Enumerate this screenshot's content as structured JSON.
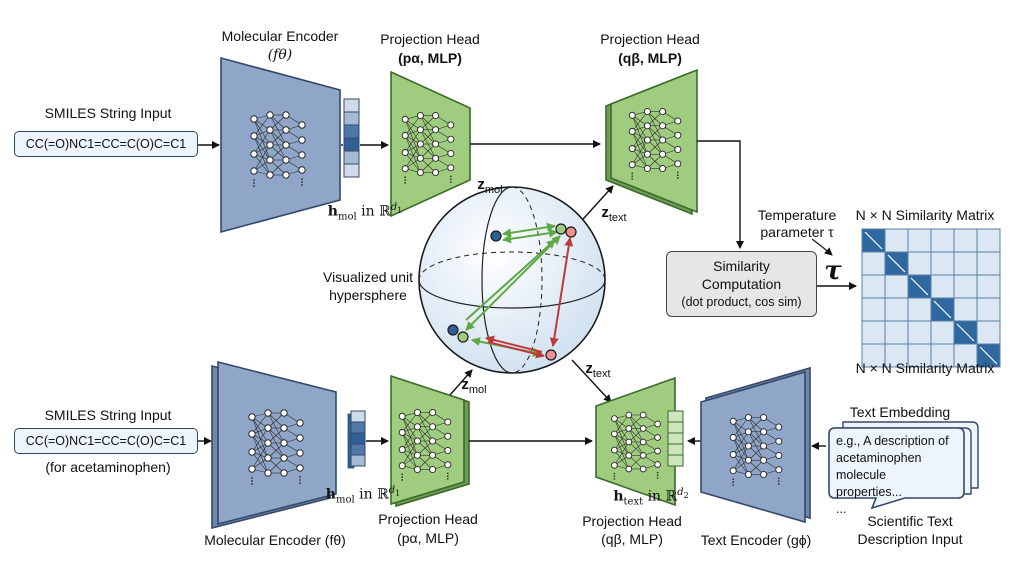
{
  "top": {
    "smiles_title": "SMILES String Input",
    "smiles_value": "CC(=O)NC1=CC=C(O)C=C1",
    "encoder_label": "Molecular Encoder",
    "encoder_symbol": "(fθ)",
    "proj1_label": "Projection Head",
    "proj1_symbol": "(pα, MLP)",
    "proj2_label": "Projection Head",
    "proj2_symbol": "(qβ, MLP)",
    "h_label": "hmol in ℝd1",
    "z_mol": "zmol",
    "z_text": "ztext"
  },
  "sphere": {
    "label_line1": "Visualized unit",
    "label_line2": "hypersphere"
  },
  "similarity": {
    "line1": "Similarity",
    "line2": "Computation",
    "line3": "(dot product, cos sim)",
    "temp_line1": "Temperature",
    "temp_line2": "parameter τ",
    "tau": "τ",
    "matrix_title_top": "N × N Similarity Matrix",
    "matrix_title_bottom": "N × N Similarity Matrix",
    "matrix_size": 6
  },
  "bottom": {
    "smiles_title": "SMILES String Input",
    "smiles_value": "CC(=O)NC1=CC=C(O)C=C1",
    "smiles_note": "(for acetaminophen)",
    "encoder_label": "Molecular Encoder (fθ)",
    "proj1_label": "Projection Head",
    "proj1_symbol": "(pα, MLP)",
    "proj2_label": "Projection Head",
    "proj2_symbol": "(qβ, MLP)",
    "text_encoder_label": "Text Encoder (gϕ)",
    "h_mol_label": "hmol in ℝd1",
    "h_text_label": "htext in ℝd2",
    "z_mol": "zmol",
    "z_text": "ztext",
    "text_embedding_title": "Text Embedding",
    "text_card": [
      "e.g., A description of",
      "acetaminophen molecule",
      "properties...",
      "..."
    ],
    "text_input_line1": "Scientific Text",
    "text_input_line2": "Description Input"
  },
  "colors": {
    "encoder_blue": "#8fa6c9",
    "proj_green": "#9fcc7f",
    "arrow_green": "#5ea845",
    "arrow_red": "#c0393a",
    "matrix_diag": "#2f68a0"
  }
}
